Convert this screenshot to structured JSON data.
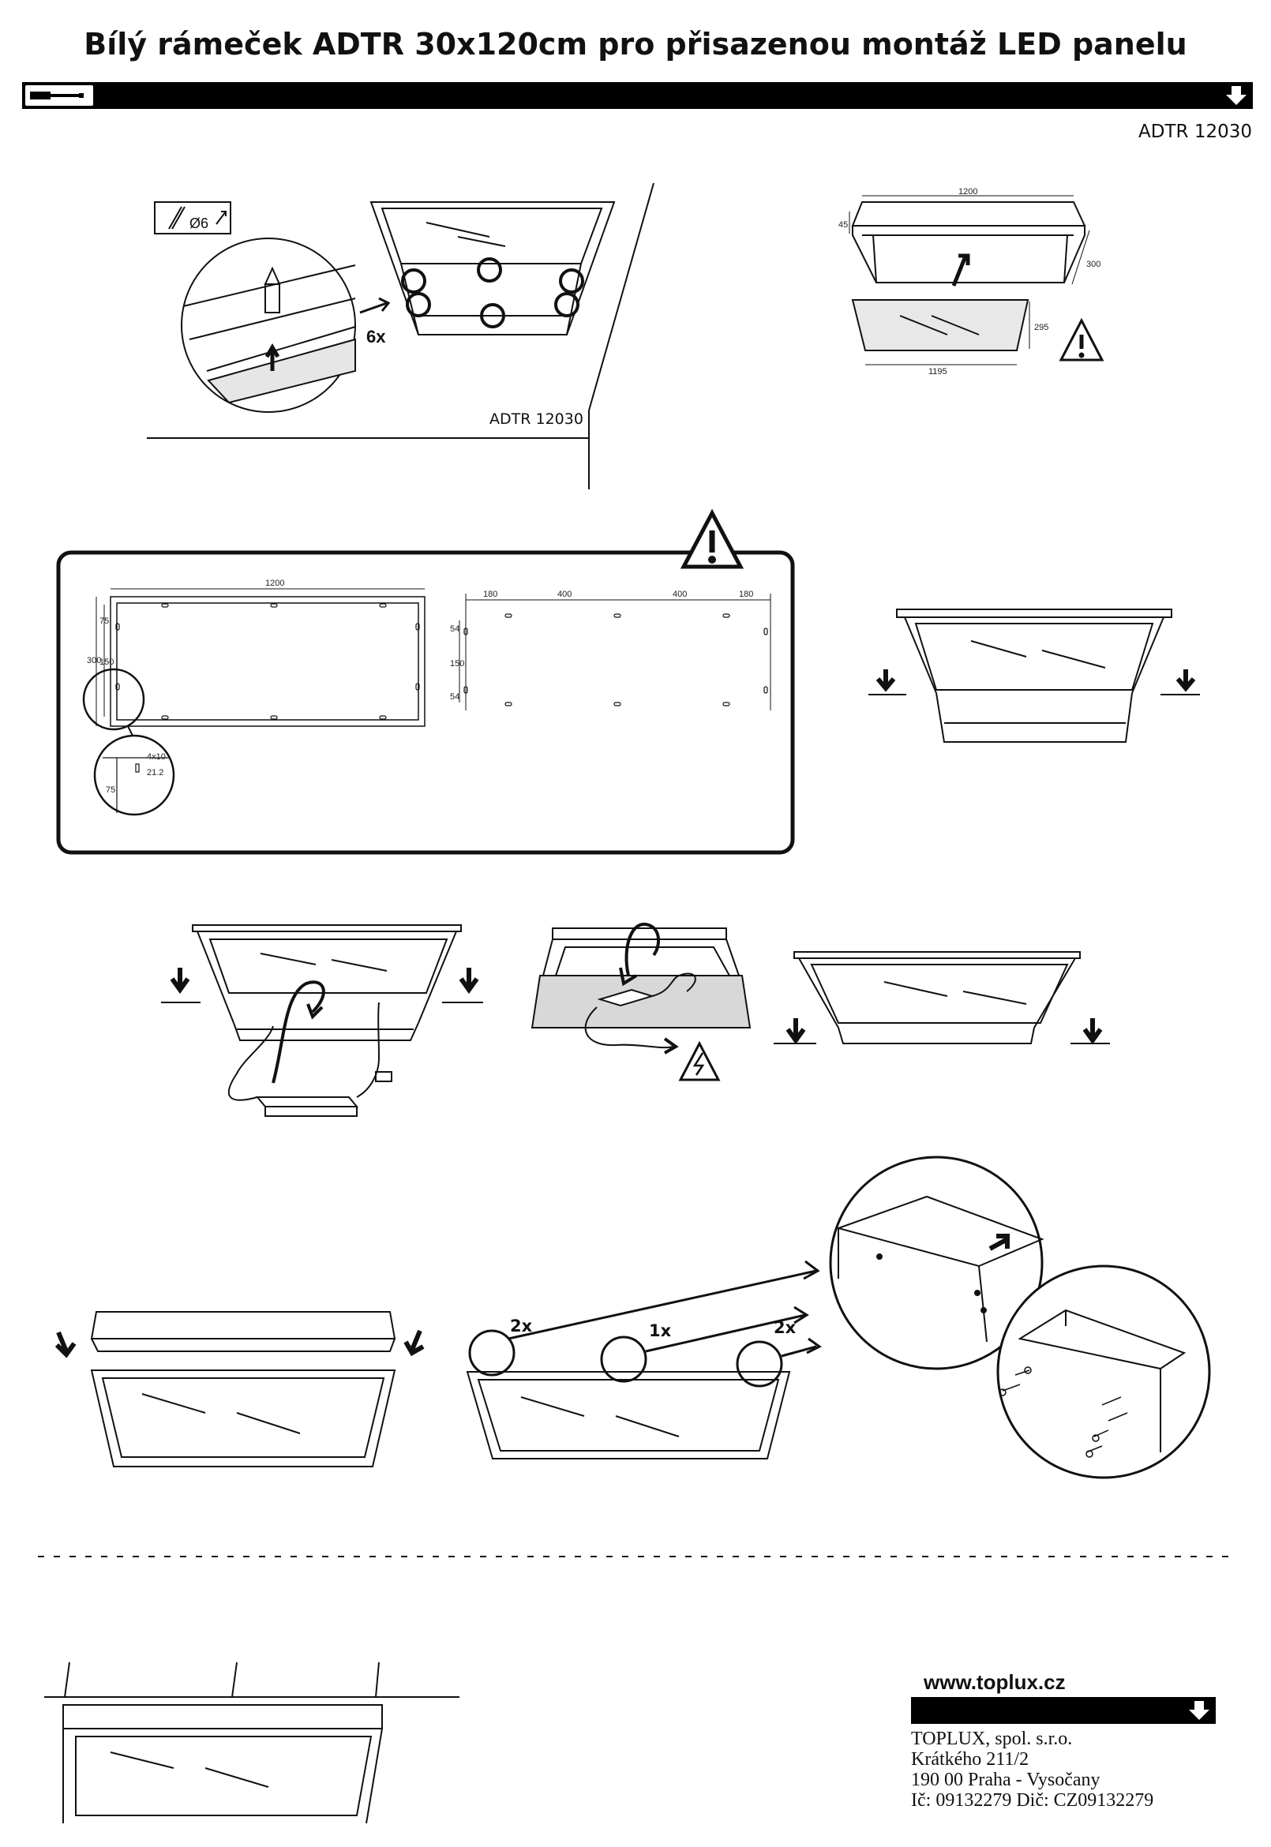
{
  "header": {
    "title": "Bílý rámeček ADTR 30x120cm pro přisazenou montáž LED panelu",
    "model_code": "ADTR 12030"
  },
  "step1": {
    "drill_label": "Ø6",
    "count_label": "6x",
    "model_code": "ADTR 12030"
  },
  "step2_dimensions": {
    "frame_width": "1200",
    "frame_height": "45",
    "frame_depth": "300",
    "panel_width": "1195",
    "panel_depth": "295"
  },
  "drilling_plan": {
    "overall_width": "1200",
    "overall_depth": "300",
    "edge_offset": "75",
    "middle_span": "150",
    "hole_size": "4x10",
    "hole_offset": "21.2",
    "detail_offset": "75",
    "hole_spacing": [
      "180",
      "400",
      "400",
      "180"
    ],
    "vertical_spacing": [
      "54",
      "150",
      "54"
    ]
  },
  "step_final": {
    "label_2x_left": "2x",
    "label_1x": "1x",
    "label_2x_right": "2x"
  },
  "footer": {
    "url": "www.toplux.cz",
    "company_lines": [
      "TOPLUX, spol. s.r.o.",
      "Krátkého 211/2",
      "190 00 Praha - Vysočany",
      "Ič: 09132279 Dič: CZ09132279"
    ]
  },
  "icons": [
    "screwdriver-icon",
    "down-arrow-icon",
    "drill-bit-icon",
    "warning-icon",
    "electric-warning-icon"
  ]
}
